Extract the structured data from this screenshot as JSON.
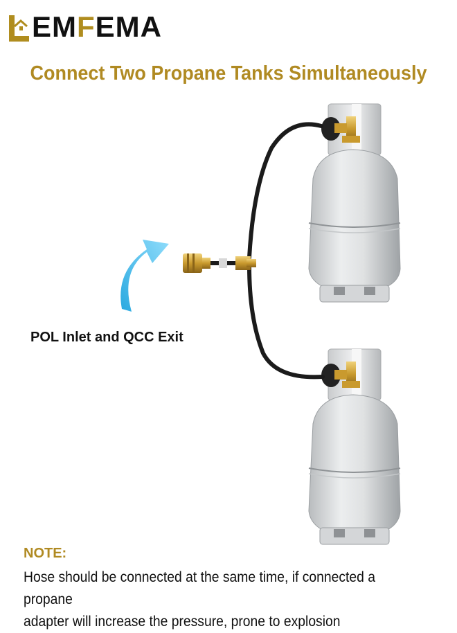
{
  "brand": {
    "logo_letter": "L",
    "logo_text_1": "EM",
    "logo_accent": "F",
    "logo_text_2": "EMA",
    "accent_color": "#b08a22"
  },
  "headline": "Connect Two Propane Tanks Simultaneously",
  "inlet_label": "POL Inlet and QCC Exit",
  "note": {
    "title": "NOTE:",
    "line_1": "Hose should be connected at the same time, if connected a propane",
    "line_2": "adapter will increase the pressure, prone to explosion"
  },
  "icons": [
    "house-logo-icon",
    "curved-arrow-icon",
    "propane-tank-icon",
    "brass-adapter-icon",
    "hose-icon"
  ]
}
